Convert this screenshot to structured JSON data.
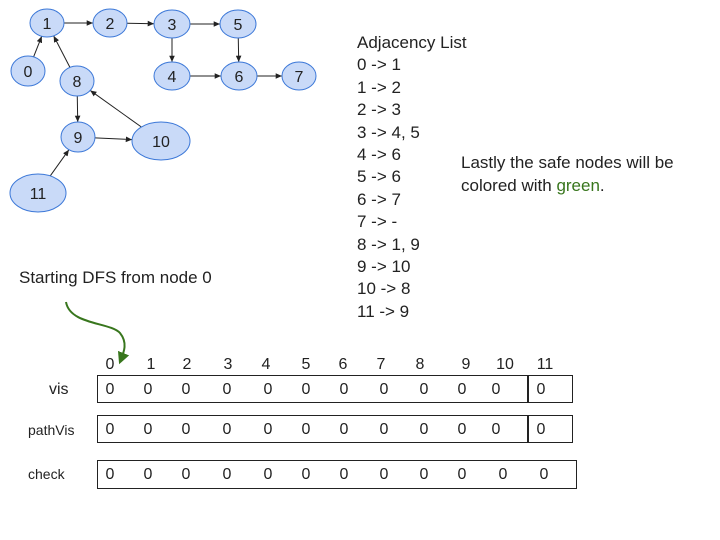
{
  "nodes": [
    {
      "id": "0",
      "label": "0"
    },
    {
      "id": "1",
      "label": "1"
    },
    {
      "id": "2",
      "label": "2"
    },
    {
      "id": "3",
      "label": "3"
    },
    {
      "id": "4",
      "label": "4"
    },
    {
      "id": "5",
      "label": "5"
    },
    {
      "id": "6",
      "label": "6"
    },
    {
      "id": "7",
      "label": "7"
    },
    {
      "id": "8",
      "label": "8"
    },
    {
      "id": "9",
      "label": "9"
    },
    {
      "id": "10",
      "label": "10"
    },
    {
      "id": "11",
      "label": "11"
    }
  ],
  "edges": [
    {
      "from": "0",
      "to": "1"
    },
    {
      "from": "1",
      "to": "2"
    },
    {
      "from": "2",
      "to": "3"
    },
    {
      "from": "3",
      "to": "4"
    },
    {
      "from": "3",
      "to": "5"
    },
    {
      "from": "4",
      "to": "6"
    },
    {
      "from": "5",
      "to": "6"
    },
    {
      "from": "6",
      "to": "7"
    },
    {
      "from": "8",
      "to": "1"
    },
    {
      "from": "8",
      "to": "9"
    },
    {
      "from": "9",
      "to": "10"
    },
    {
      "from": "10",
      "to": "8"
    },
    {
      "from": "11",
      "to": "9"
    }
  ],
  "colors": {
    "node_fill": "#c9daf8",
    "node_stroke": "#3c78d8",
    "safe_green": "#38761d",
    "arrow": "#38761d"
  },
  "adjacency": {
    "title": "Adjacency List",
    "lines": [
      "0 -> 1",
      "1 -> 2",
      "2 -> 3",
      "3 -> 4, 5",
      "4 -> 6",
      "5 -> 6",
      "6 -> 7",
      "7 -> -",
      "8 -> 1, 9",
      "9 -> 10",
      "10 -> 8",
      "11 -> 9"
    ]
  },
  "note": {
    "prefix": "Lastly the safe nodes will be colored with ",
    "highlight": "green",
    "suffix": "."
  },
  "start_text": "Starting DFS from node 0",
  "indices": [
    "0",
    "1",
    "2",
    "3",
    "4",
    "5",
    "6",
    "7",
    "8",
    "9",
    "10",
    "11"
  ],
  "arrays": [
    {
      "label": "vis",
      "values": [
        "0",
        "0",
        "0",
        "0",
        "0",
        "0",
        "0",
        "0",
        "0",
        "0",
        "0",
        "0"
      ]
    },
    {
      "label": "pathVis",
      "values": [
        "0",
        "0",
        "0",
        "0",
        "0",
        "0",
        "0",
        "0",
        "0",
        "0",
        "0",
        "0"
      ]
    },
    {
      "label": "check",
      "values": [
        "0",
        "0",
        "0",
        "0",
        "0",
        "0",
        "0",
        "0",
        "0",
        "0",
        "0",
        "0"
      ]
    }
  ]
}
